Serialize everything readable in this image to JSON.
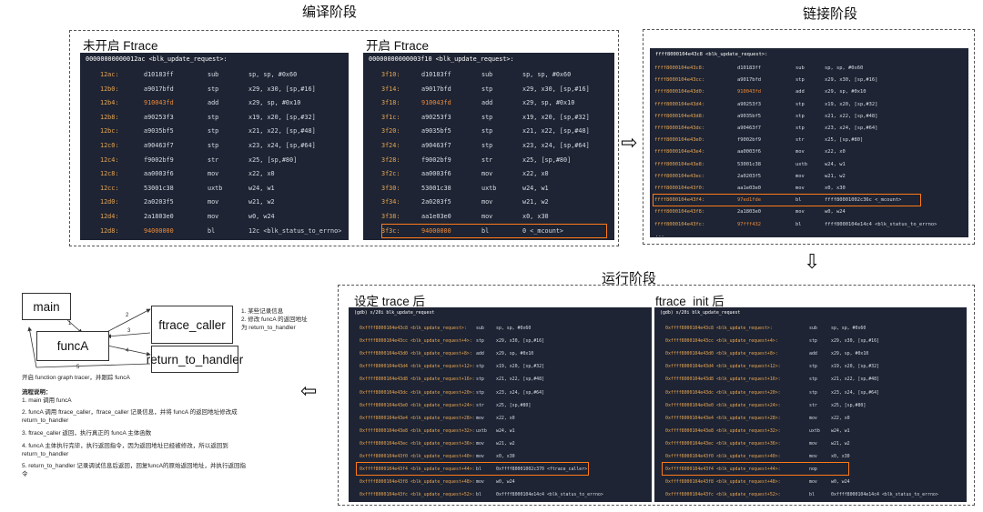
{
  "stages": {
    "compile": "编译阶段",
    "link": "链接阶段",
    "run": "运行阶段"
  },
  "panels": {
    "no_ftrace": {
      "label": "未开启 Ftrace",
      "header": "00000000000012ac <blk_update_request>:",
      "rows": [
        [
          "12ac:",
          "d10183ff",
          "sub",
          "sp, sp, #0x60"
        ],
        [
          "12b0:",
          "a9017bfd",
          "stp",
          "x29, x30, [sp,#16]"
        ],
        [
          "12b4:",
          "910043fd",
          "add",
          "x29, sp, #0x10"
        ],
        [
          "12b8:",
          "a90253f3",
          "stp",
          "x19, x20, [sp,#32]"
        ],
        [
          "12bc:",
          "a9035bf5",
          "stp",
          "x21, x22, [sp,#48]"
        ],
        [
          "12c0:",
          "a90463f7",
          "stp",
          "x23, x24, [sp,#64]"
        ],
        [
          "12c4:",
          "f9002bf9",
          "str",
          "x25, [sp,#80]"
        ],
        [
          "12c8:",
          "aa0003f6",
          "mov",
          "x22, x0"
        ],
        [
          "12cc:",
          "53001c38",
          "uxtb",
          "w24, w1"
        ],
        [
          "12d0:",
          "2a0203f5",
          "mov",
          "w21, w2"
        ],
        [
          "12d4:",
          "2a1803e0",
          "mov",
          "w0, w24"
        ],
        [
          "12d8:",
          "94000000",
          "bl",
          "12c <blk_status_to_errno>"
        ]
      ]
    },
    "ftrace_on": {
      "label": "开启 Ftrace",
      "header": "00000000000003f10 <blk_update_request>:",
      "rows": [
        [
          "3f10:",
          "d10183ff",
          "sub",
          "sp, sp, #0x60"
        ],
        [
          "3f14:",
          "a9017bfd",
          "stp",
          "x29, x30, [sp,#16]"
        ],
        [
          "3f18:",
          "910043fd",
          "add",
          "x29, sp, #0x10"
        ],
        [
          "3f1c:",
          "a90253f3",
          "stp",
          "x19, x20, [sp,#32]"
        ],
        [
          "3f20:",
          "a9035bf5",
          "stp",
          "x21, x22, [sp,#48]"
        ],
        [
          "3f24:",
          "a90463f7",
          "stp",
          "x23, x24, [sp,#64]"
        ],
        [
          "3f28:",
          "f9002bf9",
          "str",
          "x25, [sp,#80]"
        ],
        [
          "3f2c:",
          "aa0003f6",
          "mov",
          "x22, x0"
        ],
        [
          "3f30:",
          "53001c38",
          "uxtb",
          "w24, w1"
        ],
        [
          "3f34:",
          "2a0203f5",
          "mov",
          "w21, w2"
        ],
        [
          "3f38:",
          "aa1e03e0",
          "mov",
          "x0, x30"
        ],
        [
          "3f3c:",
          "94000000",
          "bl",
          "0 <_mcount>"
        ]
      ]
    },
    "link": {
      "header": "ffff8000104e43c8 <blk_update_request>:",
      "rows": [
        [
          "ffff8000104e43c8:",
          "d10183ff",
          "sub",
          "sp, sp, #0x60"
        ],
        [
          "ffff8000104e43cc:",
          "a9017bfd",
          "stp",
          "x29, x30, [sp,#16]"
        ],
        [
          "ffff8000104e43d0:",
          "910043fd",
          "add",
          "x29, sp, #0x10"
        ],
        [
          "ffff8000104e43d4:",
          "a90253f3",
          "stp",
          "x19, x20, [sp,#32]"
        ],
        [
          "ffff8000104e43d8:",
          "a9035bf5",
          "stp",
          "x21, x22, [sp,#48]"
        ],
        [
          "ffff8000104e43dc:",
          "a90463f7",
          "stp",
          "x23, x24, [sp,#64]"
        ],
        [
          "ffff8000104e43e0:",
          "f9002bf9",
          "str",
          "x25, [sp,#80]"
        ],
        [
          "ffff8000104e43e4:",
          "aa0003f6",
          "mov",
          "x22, x0"
        ],
        [
          "ffff8000104e43e8:",
          "53001c38",
          "uxtb",
          "w24, w1"
        ],
        [
          "ffff8000104e43ec:",
          "2a0203f5",
          "mov",
          "w21, w2"
        ],
        [
          "ffff8000104e43f0:",
          "aa1e03e0",
          "mov",
          "x0, x30"
        ],
        [
          "ffff8000104e43f4:",
          "97ed1fde",
          "bl",
          "ffff80001002c36c <_mcount>"
        ],
        [
          "ffff8000104e43f8:",
          "2a1803e0",
          "mov",
          "w0, w24"
        ],
        [
          "ffff8000104e43fc:",
          "97fff432",
          "bl",
          "ffff8000104e14c4 <blk_status_to_errno>"
        ]
      ],
      "ellipsis": "..."
    },
    "trace_set": {
      "label": "设定 trace 后",
      "header": "(gdb) x/20i blk_update_request",
      "rows": [
        [
          "0xffff8000104e43c8 <blk_update_request>:",
          "sub",
          "sp, sp, #0x60"
        ],
        [
          "0xffff8000104e43cc <blk_update_request+4>:",
          "stp",
          "x29, x30, [sp,#16]"
        ],
        [
          "0xffff8000104e43d0 <blk_update_request+8>:",
          "add",
          "x29, sp, #0x10"
        ],
        [
          "0xffff8000104e43d4 <blk_update_request+12>:",
          "stp",
          "x19, x20, [sp,#32]"
        ],
        [
          "0xffff8000104e43d8 <blk_update_request+16>:",
          "stp",
          "x21, x22, [sp,#48]"
        ],
        [
          "0xffff8000104e43dc <blk_update_request+20>:",
          "stp",
          "x23, x24, [sp,#64]"
        ],
        [
          "0xffff8000104e43e0 <blk_update_request+24>:",
          "str",
          "x25, [sp,#80]"
        ],
        [
          "0xffff8000104e43e4 <blk_update_request+28>:",
          "mov",
          "x22, x0"
        ],
        [
          "0xffff8000104e43e8 <blk_update_request+32>:",
          "uxtb",
          "w24, w1"
        ],
        [
          "0xffff8000104e43ec <blk_update_request+36>:",
          "mov",
          "w21, w2"
        ],
        [
          "0xffff8000104e43f0 <blk_update_request+40>:",
          "mov",
          "x0, x30"
        ],
        [
          "0xffff8000104e43f4 <blk_update_request+44>:",
          "bl",
          "0xffff80001002c370 <ftrace_caller>"
        ],
        [
          "0xffff8000104e43f8 <blk_update_request+48>:",
          "mov",
          "w0, w24"
        ],
        [
          "0xffff8000104e43fc <blk_update_request+52>:",
          "bl",
          "0xffff8000104e14c4 <blk_status_to_errno>"
        ]
      ]
    },
    "ftrace_init": {
      "label": "ftrace_init 后",
      "header": "(gdb) x/20i blk_update_request",
      "rows": [
        [
          "0xffff8000104e43c8 <blk_update_request>:",
          "sub",
          "sp, sp, #0x60"
        ],
        [
          "0xffff8000104e43cc <blk_update_request+4>:",
          "stp",
          "x29, x30, [sp,#16]"
        ],
        [
          "0xffff8000104e43d0 <blk_update_request+8>:",
          "add",
          "x29, sp, #0x10"
        ],
        [
          "0xffff8000104e43d4 <blk_update_request+12>:",
          "stp",
          "x19, x20, [sp,#32]"
        ],
        [
          "0xffff8000104e43d8 <blk_update_request+16>:",
          "stp",
          "x21, x22, [sp,#48]"
        ],
        [
          "0xffff8000104e43dc <blk_update_request+20>:",
          "stp",
          "x23, x24, [sp,#64]"
        ],
        [
          "0xffff8000104e43e0 <blk_update_request+24>:",
          "str",
          "x25, [sp,#80]"
        ],
        [
          "0xffff8000104e43e4 <blk_update_request+28>:",
          "mov",
          "x22, x0"
        ],
        [
          "0xffff8000104e43e8 <blk_update_request+32>:",
          "uxtb",
          "w24, w1"
        ],
        [
          "0xffff8000104e43ec <blk_update_request+36>:",
          "mov",
          "w21, w2"
        ],
        [
          "0xffff8000104e43f0 <blk_update_request+40>:",
          "mov",
          "x0, x30"
        ],
        [
          "0xffff8000104e43f4 <blk_update_request+44>:",
          "nop",
          ""
        ],
        [
          "0xffff8000104e43f8 <blk_update_request+48>:",
          "mov",
          "w0, w24"
        ],
        [
          "0xffff8000104e43fc <blk_update_request+52>:",
          "bl",
          "0xffff8000104e14c4 <blk_status_to_errno>"
        ]
      ]
    }
  },
  "flow": {
    "nodes": {
      "main": "main",
      "funcA": "funcA",
      "ftrace_caller": "ftrace_caller",
      "return_to_handler": "return_to_handler"
    },
    "edge_labels": [
      "1",
      "2",
      "3",
      "4",
      "5"
    ],
    "side_note": "1. 某些记录信息\n2. 修改 funcA 的返回地址\n为 return_to_handler",
    "bottom_note": "开启 function graph tracer，并跟踪 funcA",
    "steps_title": "流程说明：",
    "steps": [
      "1. main 调用 funcA",
      "2. funcA 调用 ftrace_caller，ftrace_caller 记录信息，并将 funcA 的返回地址修改成 return_to_handler",
      "3. ftrace_caller 返回，执行真正的 funcA 主体函数",
      "4. funcA 主体执行完毕，执行返回指令，因为返回地址已经被修改，所以返回到 return_to_handler",
      "5. return_to_handler 记录调试信息后返回，回复funcA的原始返回地址，并执行返回指令"
    ]
  },
  "colors": {
    "code_bg": "#1e2433",
    "address": "#e8a553",
    "highlight_box": "#ff7a1a"
  },
  "arrows": {
    "right": "⇨",
    "down": "⇩",
    "left": "⇦"
  }
}
